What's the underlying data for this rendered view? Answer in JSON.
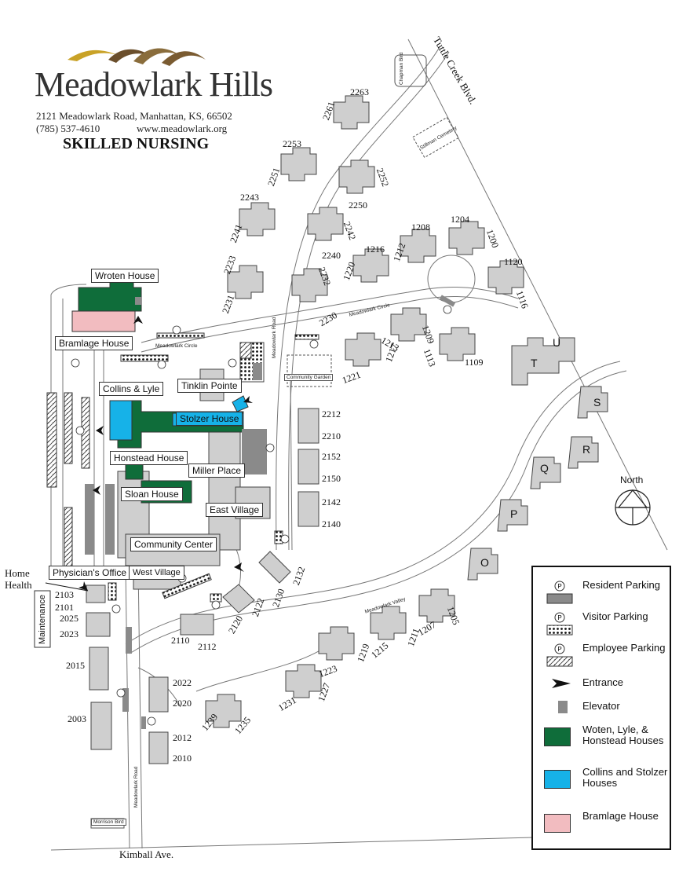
{
  "header": {
    "org_name": "Meadowlark Hills",
    "address": "2121 Meadowlark Road, Manhattan, KS, 66502",
    "phone": "(785) 537-4610",
    "website": "www.meadowlark.org",
    "section": "SKILLED NURSING"
  },
  "colors": {
    "dark_green": "#0f6d3a",
    "blue": "#16b2e8",
    "pink": "#f2bcc0",
    "building_gray": "#cfcfcf",
    "elevator_gray": "#8a8a8a"
  },
  "buildings": {
    "wroten": "Wroten House",
    "bramlage": "Bramlage House",
    "collins_lyle": "Collins & Lyle",
    "tinklin": "Tinklin Pointe",
    "stolzer": "Stolzer House",
    "honstead": "Honstead House",
    "sloan": "Sloan House",
    "miller": "Miller Place",
    "east_village": "East Village",
    "community_center": "Community Center",
    "physicians_office": "Physician's Office",
    "west_village": "West Village",
    "home_health": "Home Health",
    "maintenance": "Maintenance"
  },
  "streets": {
    "tuttle_creek": "Tuttle Creek Blvd.",
    "meadowlark_road_north": "Meadowlark Road",
    "meadowlark_road_south": "Meadowlark Road",
    "meadowlark_circle_east": "Meadowlark Circle",
    "meadowlark_circle_west": "Meadowlark Circle",
    "meadowlark_valley": "Meadowlark Valley",
    "kimball": "Kimball Ave.",
    "chapman_bird": "Chapman Bird",
    "stillman_cemetery": "Stillman Cemetery",
    "community_garden": "Community Garden",
    "morrison_bird": "Morrison Bird"
  },
  "unit_numbers": {
    "n2263": "2263",
    "n2261": "2261",
    "n2253": "2253",
    "n2251": "2251",
    "n2252": "2252",
    "n2250": "2250",
    "n2243": "2243",
    "n2241": "2241",
    "n2242": "2242",
    "n2240": "2240",
    "n2233": "2233",
    "n2231": "2231",
    "n2232": "2232",
    "n2230": "2230",
    "n1216": "1216",
    "n1212": "1212",
    "n1208": "1208",
    "n1204": "1204",
    "n1200": "1200",
    "n1220": "1220",
    "n1120": "1120",
    "n1116": "1116",
    "n1213": "1213",
    "n1209": "1209",
    "n1217": "1217",
    "n1113": "1113",
    "n1109": "1109",
    "n1221": "1221",
    "n2212": "2212",
    "n2210": "2210",
    "n2152": "2152",
    "n2150": "2150",
    "n2142": "2142",
    "n2140": "2140",
    "n2132": "2132",
    "n2130": "2130",
    "n2122": "2122",
    "n2120": "2120",
    "n2112": "2112",
    "n2110": "2110",
    "n2103": "2103",
    "n2101": "2101",
    "n2025": "2025",
    "n2023": "2023",
    "n2015": "2015",
    "n2003": "2003",
    "n2022": "2022",
    "n2020": "2020",
    "n2012": "2012",
    "n2010": "2010",
    "n1205": "1205",
    "n1207": "1207",
    "n1211": "1211",
    "n1215": "1215",
    "n1219": "1219",
    "n1223": "1223",
    "n1227": "1227",
    "n1231": "1231",
    "n1235": "1235",
    "n1239": "1239"
  },
  "house_letters": {
    "t": "T",
    "u": "U",
    "s": "S",
    "r": "R",
    "q": "Q",
    "p": "P",
    "o": "O"
  },
  "parking_symbol": "P",
  "north_label": "North",
  "legend": {
    "resident_parking": "Resident Parking",
    "visitor_parking": "Visitor Parking",
    "employee_parking": "Employee Parking",
    "entrance": "Entrance",
    "elevator": "Elevator",
    "green_houses": "Woten, Lyle, & Honstead Houses",
    "blue_houses": "Collins and Stolzer Houses",
    "pink_house": "Bramlage House"
  }
}
